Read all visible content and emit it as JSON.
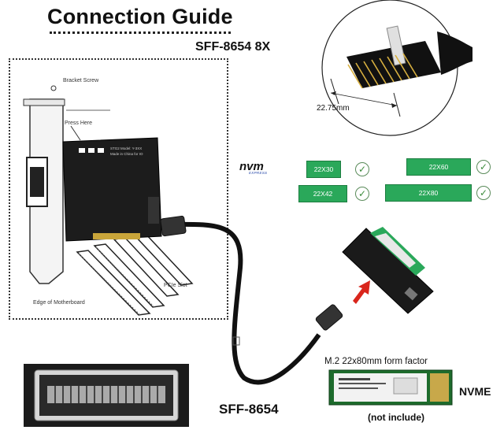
{
  "title": "Connection Guide",
  "cable_8x_label": "SFF-8654 8X",
  "cable_label": "SFF-8654",
  "diagram_labels": {
    "bracket_screw": "Bracket Screw",
    "press_here": "Press Here",
    "pcie_slot": "PCIe Slot",
    "edge_of_motherboard": "Edge of Motherboard"
  },
  "card_text": {
    "model": "STG2 Model: Y-3XX",
    "made_in": "Made in China for IO"
  },
  "connector_width": "22.75mm",
  "nvm_logo": {
    "text": "nvm",
    "sub": "EXPRESS"
  },
  "supported_sizes": [
    {
      "label": "22X30"
    },
    {
      "label": "22X42"
    },
    {
      "label": "22X60"
    },
    {
      "label": "22X80"
    }
  ],
  "ssd_form_factor": "M.2 22x80mm form factor",
  "ssd_type": "NVME",
  "ssd_note": "(not include)",
  "colors": {
    "chip_green": "#2aa85a",
    "arrow_red": "#d9261c",
    "check_green": "#3c8c3c"
  }
}
